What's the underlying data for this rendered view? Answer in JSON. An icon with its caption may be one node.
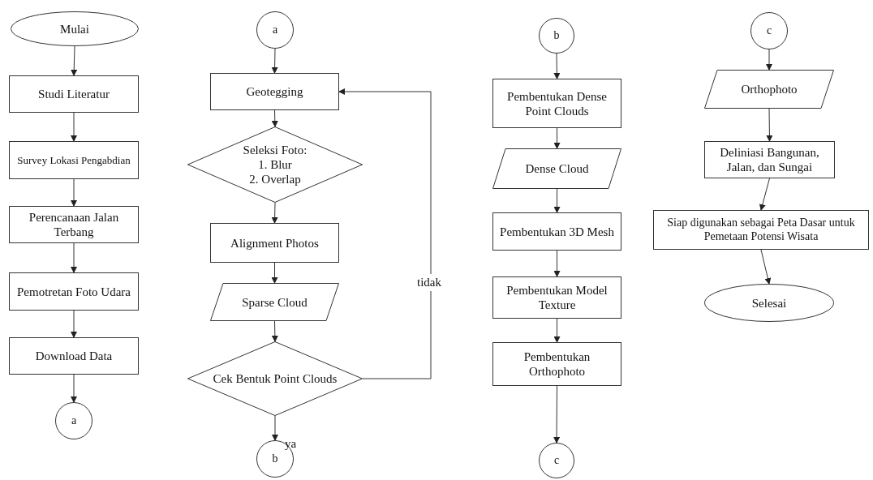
{
  "diagram": {
    "nodes": [
      {
        "text": [
          "Mulai"
        ]
      },
      {
        "text": [
          "Studi Literatur"
        ]
      },
      {
        "text": [
          "Survey Lokasi Pengabdian"
        ]
      },
      {
        "text": [
          "Perencanaan Jalan Terbang"
        ]
      },
      {
        "text": [
          "Pemotretan Foto Udara"
        ]
      },
      {
        "text": [
          "Download Data"
        ]
      },
      {
        "text": [
          "a"
        ]
      },
      {
        "text": [
          "a"
        ]
      },
      {
        "text": [
          "Geotegging"
        ]
      },
      {
        "text": [
          "Seleksi Foto:",
          "1. Blur",
          "2. Overlap"
        ]
      },
      {
        "text": [
          "Alignment Photos"
        ]
      },
      {
        "text": [
          "Sparse Cloud"
        ]
      },
      {
        "text": [
          "Cek Bentuk Point Clouds"
        ]
      },
      {
        "text": [
          "b"
        ]
      },
      {
        "text": [
          "b"
        ]
      },
      {
        "text": [
          "Pembentukan Dense Point Clouds"
        ]
      },
      {
        "text": [
          "Dense Cloud"
        ]
      },
      {
        "text": [
          "Pembentukan 3D Mesh"
        ]
      },
      {
        "text": [
          "Pembentukan Model Texture"
        ]
      },
      {
        "text": [
          "Pembentukan Orthophoto"
        ]
      },
      {
        "text": [
          "c"
        ]
      },
      {
        "text": [
          "c"
        ]
      },
      {
        "text": [
          "Orthophoto"
        ]
      },
      {
        "text": [
          "Deliniasi Bangunan, Jalan, dan Sungai"
        ]
      },
      {
        "text": [
          "Siap digunakan sebagai Peta Dasar untuk Pemetaan Potensi Wisata"
        ]
      },
      {
        "text": [
          "Selesai"
        ]
      }
    ],
    "edges": [
      {
        "from": 0,
        "to": 1,
        "arrow": "to"
      },
      {
        "from": 1,
        "to": 2,
        "arrow": "to"
      },
      {
        "from": 2,
        "to": 3,
        "arrow": "to"
      },
      {
        "from": 3,
        "to": 4,
        "arrow": "to"
      },
      {
        "from": 4,
        "to": 5,
        "arrow": "to"
      },
      {
        "from": 5,
        "to": 6,
        "arrow": "to"
      },
      {
        "from": 7,
        "to": 8,
        "arrow": "to"
      },
      {
        "from": 8,
        "to": 9,
        "arrow": "to"
      },
      {
        "from": 9,
        "to": 10,
        "arrow": "to"
      },
      {
        "from": 10,
        "to": 11,
        "arrow": "to"
      },
      {
        "from": 11,
        "to": 12,
        "arrow": "to"
      },
      {
        "from": 12,
        "to": 13,
        "arrow": "to",
        "label": "ya"
      },
      {
        "from": 12,
        "to": 8,
        "arrow": "to",
        "label": "tidak"
      },
      {
        "from": 14,
        "to": 15,
        "arrow": "to"
      },
      {
        "from": 15,
        "to": 16,
        "arrow": "to"
      },
      {
        "from": 16,
        "to": 17,
        "arrow": "to"
      },
      {
        "from": 17,
        "to": 18,
        "arrow": "to"
      },
      {
        "from": 18,
        "to": 19,
        "arrow": "to"
      },
      {
        "from": 19,
        "to": 20,
        "arrow": "to"
      },
      {
        "from": 21,
        "to": 22,
        "arrow": "to"
      },
      {
        "from": 22,
        "to": 23,
        "arrow": "to"
      },
      {
        "from": 23,
        "to": 24,
        "arrow": "to"
      },
      {
        "from": 24,
        "to": 25,
        "arrow": "to"
      }
    ]
  }
}
